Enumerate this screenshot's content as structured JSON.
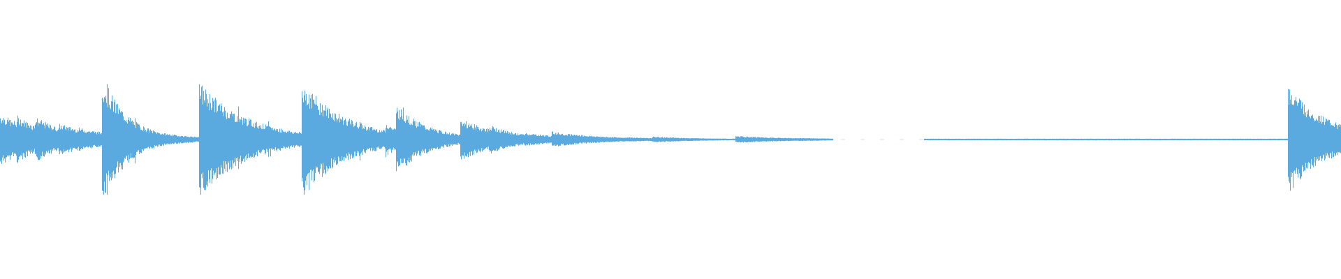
{
  "chart_data": {
    "type": "area",
    "kind": "audio-waveform",
    "title": "",
    "xlabel": "",
    "ylabel": "",
    "grid": false,
    "legend": "none",
    "color": "#5aaae0",
    "duration_fraction_x": [
      0.0,
      1.0
    ],
    "amplitude_range": [
      -1,
      1
    ],
    "events": [
      {
        "onset": 0.0,
        "peak": 0.4,
        "decay": 0.25
      },
      {
        "onset": 0.012,
        "peak": 0.38,
        "decay": 0.2
      },
      {
        "onset": 0.026,
        "peak": 0.35,
        "decay": 0.22
      },
      {
        "onset": 0.044,
        "peak": 0.24,
        "decay": 0.3
      },
      {
        "onset": 0.058,
        "peak": 0.18,
        "decay": 0.3
      },
      {
        "onset": 0.076,
        "peak": 1.0,
        "decay": 0.16
      },
      {
        "onset": 0.08,
        "peak": 0.46,
        "decay": 0.22
      },
      {
        "onset": 0.093,
        "peak": 0.22,
        "decay": 0.2
      },
      {
        "onset": 0.148,
        "peak": 0.9,
        "decay": 0.3
      },
      {
        "onset": 0.225,
        "peak": 0.9,
        "decay": 0.28
      },
      {
        "onset": 0.287,
        "peak": 0.28,
        "decay": 0.12
      },
      {
        "onset": 0.295,
        "peak": 0.55,
        "decay": 0.2
      },
      {
        "onset": 0.343,
        "peak": 0.32,
        "decay": 0.26
      },
      {
        "onset": 0.365,
        "peak": 0.22,
        "decay": 0.2
      },
      {
        "onset": 0.391,
        "peak": 0.1,
        "decay": 0.28
      },
      {
        "onset": 0.411,
        "peak": 0.12,
        "decay": 0.3
      },
      {
        "onset": 0.435,
        "peak": 0.06,
        "decay": 0.3
      },
      {
        "onset": 0.468,
        "peak": 0.03,
        "decay": 0.3
      },
      {
        "onset": 0.486,
        "peak": 0.04,
        "decay": 0.3
      },
      {
        "onset": 0.548,
        "peak": 0.05,
        "decay": 0.35
      },
      {
        "onset": 0.595,
        "peak": 0.02,
        "decay": 0.3
      },
      {
        "onset": 0.96,
        "peak": 0.85,
        "decay": 0.25
      },
      {
        "onset": 0.985,
        "peak": 0.12,
        "decay": 0.4
      }
    ],
    "silence_gaps": [
      [
        0.621,
        0.689
      ]
    ],
    "tail_noise_floor": 0.008
  }
}
